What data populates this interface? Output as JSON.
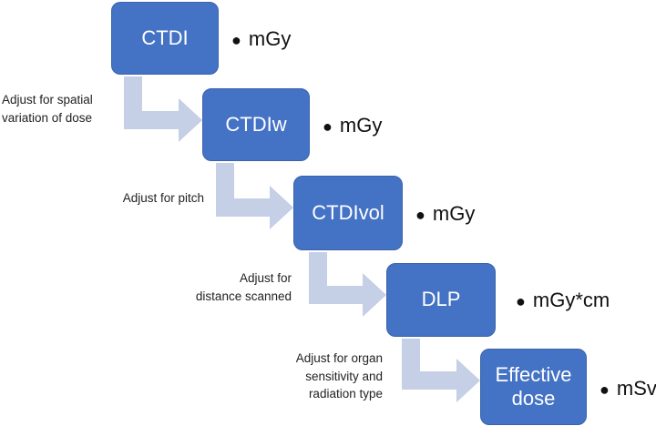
{
  "colors": {
    "box_fill": "#4472c4",
    "arrow_fill": "#c5cfe6",
    "text_on_box": "#ffffff"
  },
  "boxes": [
    {
      "label": "CTDI",
      "unit": "mGy"
    },
    {
      "label": "CTDIw",
      "unit": "mGy"
    },
    {
      "label": "CTDIvol",
      "unit": "mGy"
    },
    {
      "label": "DLP",
      "unit": "mGy*cm"
    },
    {
      "label": "Effective\ndose",
      "unit": "mSv"
    }
  ],
  "adjustments": [
    "Adjust for spatial\nvariation of dose",
    "Adjust for pitch",
    "Adjust for\ndistance scanned",
    "Adjust for organ\nsensitivity and\nradiation type"
  ]
}
